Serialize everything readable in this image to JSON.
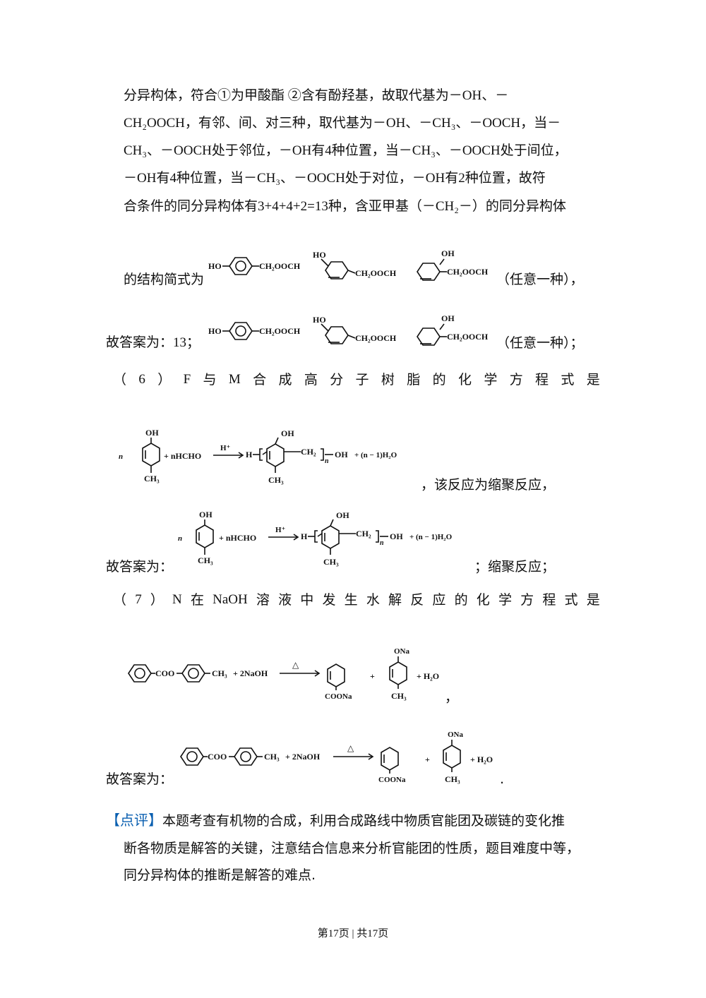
{
  "lines": {
    "l1": "分异构体，符合①为甲酸酯 ②含有酚羟基，故取代基为－OH、－",
    "l2": "CH₂OOCH，有邻、间、对三种，取代基为－OH、－CH₃、－OOCH，当－",
    "l3": "CH₃、－OOCH处于邻位，－OH有4种位置，当－CH₃、－OOCH处于间位，",
    "l4": "－OH有4种位置，当－CH₃、－OOCH处于对位，－OH有2种位置，故符",
    "l5": "合条件的同分异构体有3+4+4+2=13种，含亚甲基（－CH₂－）的同分异构体",
    "l6_pre": "的结构简式为",
    "l6_post": "（任意一种），",
    "l7_pre": "故答案为：13；",
    "l7_post": "（任意一种）；",
    "q6": [
      "（",
      "6",
      "）",
      "F",
      "与",
      "M",
      "合",
      "成",
      "高",
      "分",
      "子",
      "树",
      "脂",
      "的",
      "化",
      "学",
      "方",
      "程",
      "式",
      "是"
    ],
    "q6_post": "，该反应为缩聚反应，",
    "ans6_pre": "故答案为：",
    "ans6_post": "；缩聚反应；",
    "q7": [
      "（",
      "7",
      "）",
      "N",
      "在",
      "NaOH",
      "溶",
      "液",
      "中",
      "发",
      "生",
      "水",
      "解",
      "反",
      "应",
      "的",
      "化",
      "学",
      "方",
      "程",
      "式",
      "是"
    ],
    "q7_post": "，",
    "ans7_pre": "故答案为：",
    "ans7_post": ".",
    "comment_label": "【点评】",
    "comment1": "本题考查有机物的合成，利用合成路线中物质官能团及碳链的变化推",
    "comment2": "断各物质是解答的关键，注意结合信息来分析官能团的性质，题目难度中等，",
    "comment3": "同分异构体的推断是解答的难点."
  },
  "chem": {
    "ho": "HO",
    "oh": "OH",
    "ch2oocch": "CH₂OOCH",
    "n": "n",
    "nhcho": "+ nHCHO",
    "hplus": "H⁺",
    "h": "H",
    "ch2": "CH₂",
    "n_sub": "n",
    "oh_end": "OH",
    "water_n": "+ (n − 1)H₂O",
    "ch3": "CH₃",
    "coo": "COO",
    "naoh": "+ 2NaOH",
    "delta": "△",
    "coona": "COONa",
    "plus": "+",
    "ona": "ONa",
    "water": "+ H₂O"
  },
  "footer": "第17页 | 共17页"
}
